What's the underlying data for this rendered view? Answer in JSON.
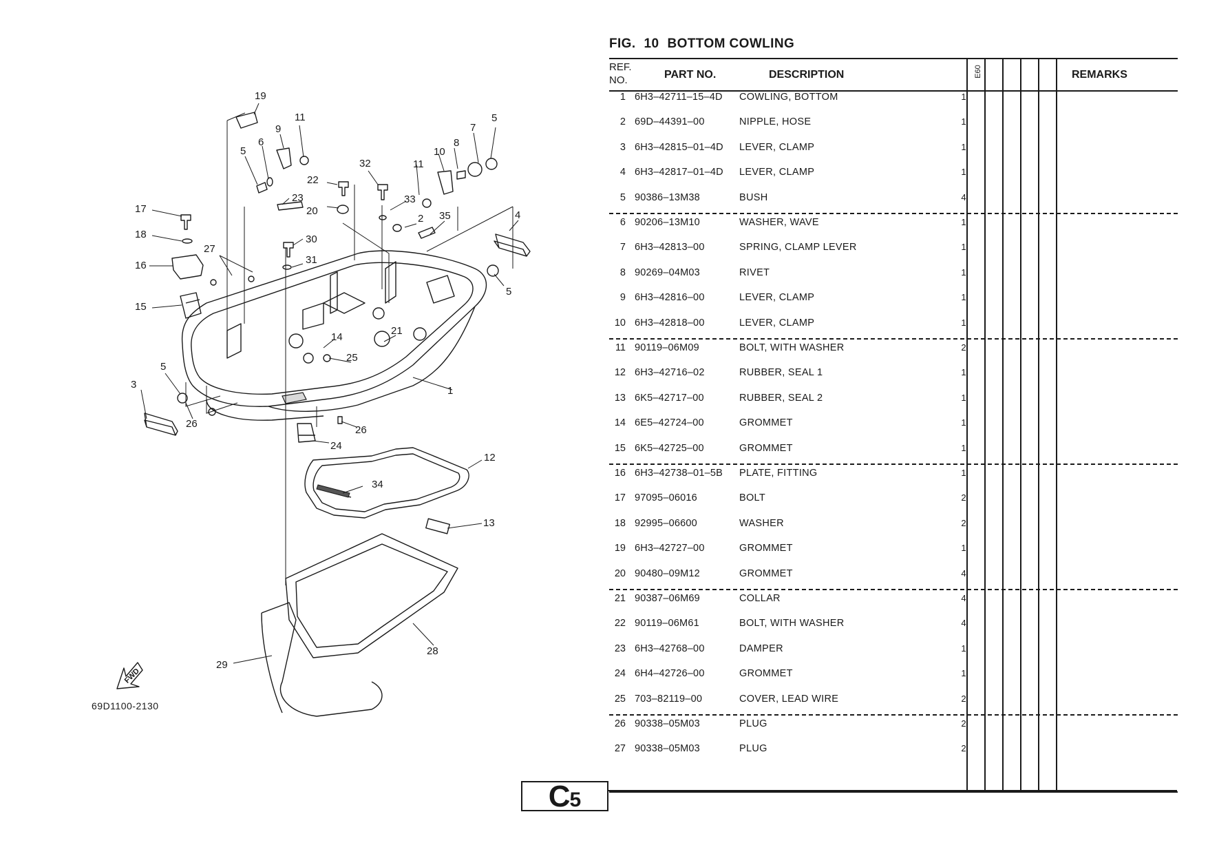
{
  "figure": {
    "label": "FIG.",
    "number": "10",
    "title": "BOTTOM COWLING"
  },
  "table": {
    "headers": {
      "ref_line1": "REF.",
      "ref_line2": "NO.",
      "part_no": "PART NO.",
      "description": "DESCRIPTION",
      "model": "E60",
      "remarks": "REMARKS"
    },
    "rows": [
      {
        "ref": "1",
        "part_no": "6H3–42711–15–4D",
        "description": "COWLING, BOTTOM",
        "qty": "1"
      },
      {
        "ref": "2",
        "part_no": "69D–44391–00",
        "description": "NIPPLE, HOSE",
        "qty": "1"
      },
      {
        "ref": "3",
        "part_no": "6H3–42815–01–4D",
        "description": "LEVER, CLAMP",
        "qty": "1"
      },
      {
        "ref": "4",
        "part_no": "6H3–42817–01–4D",
        "description": "LEVER, CLAMP",
        "qty": "1"
      },
      {
        "ref": "5",
        "part_no": "90386–13M38",
        "description": "BUSH",
        "qty": "4"
      },
      {
        "ref": "6",
        "part_no": "90206–13M10",
        "description": "WASHER, WAVE",
        "qty": "1"
      },
      {
        "ref": "7",
        "part_no": "6H3–42813–00",
        "description": "SPRING, CLAMP LEVER",
        "qty": "1"
      },
      {
        "ref": "8",
        "part_no": "90269–04M03",
        "description": "RIVET",
        "qty": "1"
      },
      {
        "ref": "9",
        "part_no": "6H3–42816–00",
        "description": "LEVER, CLAMP",
        "qty": "1"
      },
      {
        "ref": "10",
        "part_no": "6H3–42818–00",
        "description": "LEVER, CLAMP",
        "qty": "1"
      },
      {
        "ref": "11",
        "part_no": "90119–06M09",
        "description": "BOLT, WITH WASHER",
        "qty": "2"
      },
      {
        "ref": "12",
        "part_no": "6H3–42716–02",
        "description": "RUBBER, SEAL 1",
        "qty": "1"
      },
      {
        "ref": "13",
        "part_no": "6K5–42717–00",
        "description": "RUBBER, SEAL 2",
        "qty": "1"
      },
      {
        "ref": "14",
        "part_no": "6E5–42724–00",
        "description": "GROMMET",
        "qty": "1"
      },
      {
        "ref": "15",
        "part_no": "6K5–42725–00",
        "description": "GROMMET",
        "qty": "1"
      },
      {
        "ref": "16",
        "part_no": "6H3–42738–01–5B",
        "description": "PLATE, FITTING",
        "qty": "1"
      },
      {
        "ref": "17",
        "part_no": "97095–06016",
        "description": "BOLT",
        "qty": "2"
      },
      {
        "ref": "18",
        "part_no": "92995–06600",
        "description": "WASHER",
        "qty": "2"
      },
      {
        "ref": "19",
        "part_no": "6H3–42727–00",
        "description": "GROMMET",
        "qty": "1"
      },
      {
        "ref": "20",
        "part_no": "90480–09M12",
        "description": "GROMMET",
        "qty": "4"
      },
      {
        "ref": "21",
        "part_no": "90387–06M69",
        "description": "COLLAR",
        "qty": "4"
      },
      {
        "ref": "22",
        "part_no": "90119–06M61",
        "description": "BOLT, WITH WASHER",
        "qty": "4"
      },
      {
        "ref": "23",
        "part_no": "6H3–42768–00",
        "description": "DAMPER",
        "qty": "1"
      },
      {
        "ref": "24",
        "part_no": "6H4–42726–00",
        "description": "GROMMET",
        "qty": "1"
      },
      {
        "ref": "25",
        "part_no": "703–82119–00",
        "description": "COVER, LEAD WIRE",
        "qty": "2"
      },
      {
        "ref": "26",
        "part_no": "90338–05M03",
        "description": "PLUG",
        "qty": "2"
      },
      {
        "ref": "27",
        "part_no": "90338–05M03",
        "description": "PLUG",
        "qty": "2"
      }
    ]
  },
  "diagram": {
    "code": "69D1100-2130",
    "fwd_label": "FWD",
    "callouts": [
      "19",
      "11",
      "9",
      "6",
      "5",
      "7",
      "8",
      "10",
      "11",
      "5",
      "32",
      "22",
      "20",
      "23",
      "33",
      "2",
      "35",
      "4",
      "17",
      "18",
      "27",
      "30",
      "31",
      "16",
      "15",
      "5",
      "14",
      "21",
      "25",
      "1",
      "3",
      "5",
      "26",
      "26",
      "24",
      "12",
      "34",
      "13",
      "28",
      "29"
    ]
  },
  "page": {
    "section_letter": "C",
    "section_number": "5"
  }
}
